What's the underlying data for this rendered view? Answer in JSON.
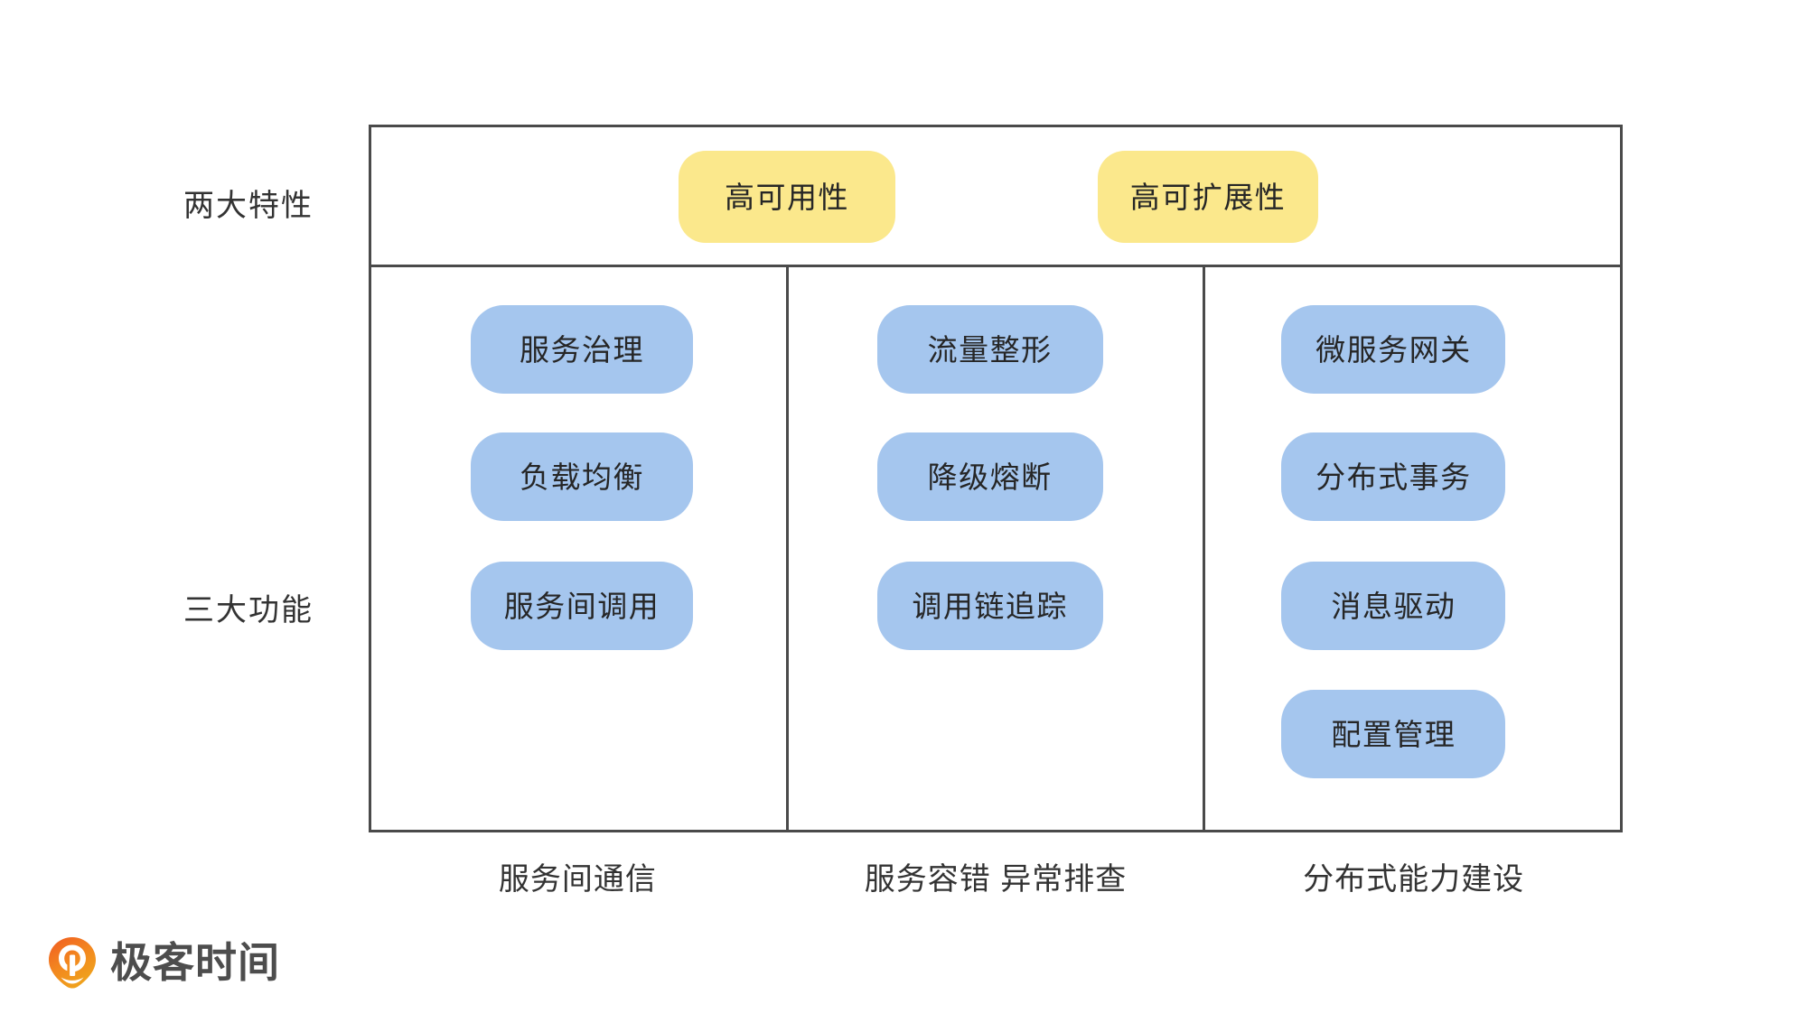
{
  "row_labels": {
    "features": "两大特性",
    "functions": "三大功能"
  },
  "features": [
    {
      "label": "高可用性",
      "color": "#FBE88C"
    },
    {
      "label": "高可扩展性",
      "color": "#FBE88C"
    }
  ],
  "columns": [
    {
      "caption": "服务间通信",
      "pills": [
        {
          "label": "服务治理",
          "color": "#A5C6EE"
        },
        {
          "label": "负载均衡",
          "color": "#A5C6EE"
        },
        {
          "label": "服务间调用",
          "color": "#A5C6EE"
        }
      ]
    },
    {
      "caption": "服务容错 异常排查",
      "pills": [
        {
          "label": "流量整形",
          "color": "#A5C6EE"
        },
        {
          "label": "降级熔断",
          "color": "#A5C6EE"
        },
        {
          "label": "调用链追踪",
          "color": "#A5C6EE"
        }
      ]
    },
    {
      "caption": "分布式能力建设",
      "pills": [
        {
          "label": "微服务网关",
          "color": "#A5C6EE"
        },
        {
          "label": "分布式事务",
          "color": "#A5C6EE"
        },
        {
          "label": "消息驱动",
          "color": "#A5C6EE"
        },
        {
          "label": "配置管理",
          "color": "#A5C6EE"
        }
      ]
    }
  ],
  "logo": {
    "text": "极客时间",
    "mark_icon": "geek-time-pin-icon",
    "mark_color": "#F07B22",
    "text_color": "#4d4d4d"
  },
  "style": {
    "border_color": "#4a4a4a",
    "text_color": "#262626",
    "background": "#ffffff"
  }
}
